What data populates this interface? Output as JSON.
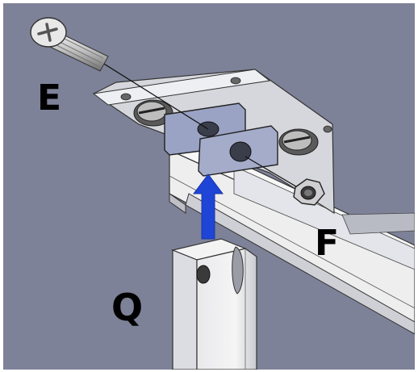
{
  "labels": {
    "e": "E",
    "f": "F",
    "q": "Q"
  },
  "colors": {
    "background": "#7e8298",
    "arrow": "#1f45d6",
    "bracket": "#9aa3c4",
    "metal": "#d8dadf",
    "label": "#000000"
  },
  "icons": {
    "screw": "screw-icon",
    "nut": "hex-nut-icon",
    "arrow": "arrow-up-icon"
  }
}
